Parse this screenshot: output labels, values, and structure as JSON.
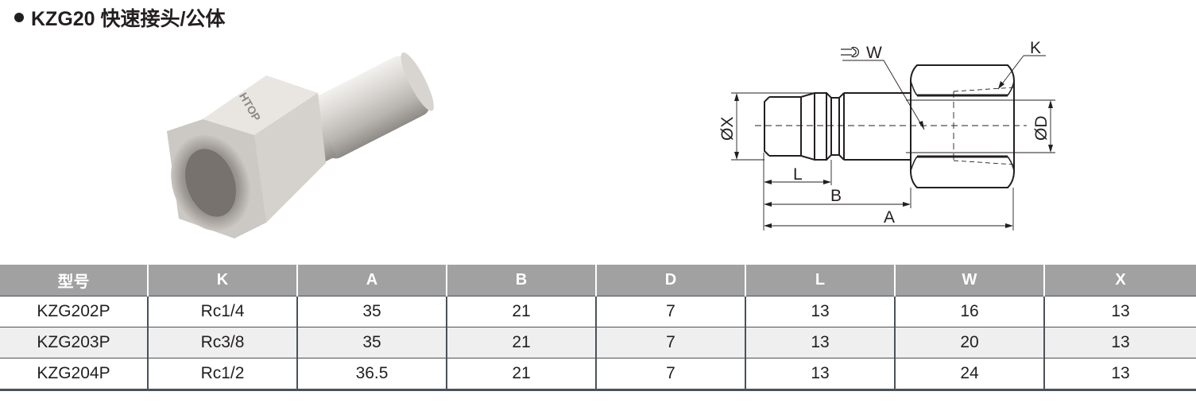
{
  "title": {
    "bullet": "●",
    "text": "KZG20 快速接头/公体"
  },
  "product_image": {
    "description": "nickel-plated quick coupler plug with hex female thread body",
    "logo_text": "HTOP"
  },
  "drawing": {
    "labels": {
      "W": "W",
      "K": "K",
      "X": "ØX",
      "D": "ØD",
      "L": "L",
      "B": "B",
      "A": "A"
    }
  },
  "table": {
    "headers": [
      "型号",
      "K",
      "A",
      "B",
      "D",
      "L",
      "W",
      "X"
    ],
    "rows": [
      [
        "KZG202P",
        "Rc1/4",
        "35",
        "21",
        "7",
        "13",
        "16",
        "13"
      ],
      [
        "KZG203P",
        "Rc3/8",
        "35",
        "21",
        "7",
        "13",
        "20",
        "13"
      ],
      [
        "KZG204P",
        "Rc1/2",
        "36.5",
        "21",
        "7",
        "13",
        "24",
        "13"
      ]
    ]
  },
  "colors": {
    "header_bg": "#a0a1a0",
    "alt_row_bg": "#eeefee",
    "border": "#4a525a",
    "text": "#231f20"
  }
}
